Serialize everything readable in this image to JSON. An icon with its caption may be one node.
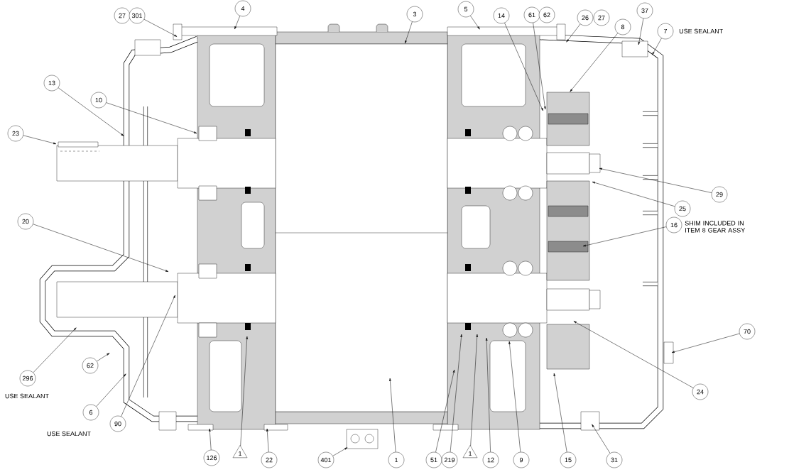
{
  "diagram": {
    "nodes": [
      {
        "text": [
          "27"
        ]
      },
      {
        "text": [
          "301"
        ]
      },
      {
        "text": [
          "4"
        ]
      },
      {
        "text": [
          "3"
        ]
      },
      {
        "text": [
          "5"
        ]
      },
      {
        "text": [
          "14"
        ]
      },
      {
        "text": [
          "61"
        ]
      },
      {
        "text": [
          "62"
        ]
      },
      {
        "text": [
          "26"
        ]
      },
      {
        "text": [
          "27"
        ]
      },
      {
        "text": [
          "37"
        ]
      },
      {
        "text": [
          "8"
        ]
      },
      {
        "text": [
          "7"
        ],
        "beside": [
          "USE SEALANT"
        ]
      },
      {
        "text": [
          "13"
        ]
      },
      {
        "text": [
          "10"
        ]
      },
      {
        "text": [
          "23"
        ]
      },
      {
        "text": [
          "29"
        ]
      },
      {
        "text": [
          "25"
        ]
      },
      {
        "text": [
          "16"
        ],
        "beside": [
          "SHIM INCLUDED IN ITEM 8 GEAR ASSY"
        ]
      },
      {
        "text": [
          "20"
        ]
      },
      {
        "text": [
          "70"
        ]
      },
      {
        "text": [
          "296"
        ],
        "beside": [
          "USE SEALANT"
        ]
      },
      {
        "text": [
          "62"
        ]
      },
      {
        "text": [
          "24"
        ]
      },
      {
        "text": [
          "6"
        ]
      },
      {
        "text": [
          "90"
        ]
      },
      {
        "text": [
          "126"
        ]
      },
      {
        "text": [
          "1"
        ]
      },
      {
        "text": [
          "22"
        ]
      },
      {
        "text": [
          "401"
        ]
      },
      {
        "text": [
          "1"
        ]
      },
      {
        "text": [
          "51"
        ]
      },
      {
        "text": [
          "219"
        ]
      },
      {
        "text": [
          "1"
        ]
      },
      {
        "text": [
          "12"
        ]
      },
      {
        "text": [
          "9"
        ]
      },
      {
        "text": [
          "15"
        ]
      },
      {
        "text": [
          "31"
        ]
      }
    ],
    "edges": [
      {
        "from": 1,
        "to": null,
        "arrow": "to"
      },
      {
        "from": 2,
        "to": null,
        "arrow": "to"
      },
      {
        "from": 3,
        "to": null,
        "arrow": "to"
      },
      {
        "from": 4,
        "to": null,
        "arrow": "to"
      },
      {
        "from": 5,
        "to": null,
        "arrow": "to"
      },
      {
        "from": 6,
        "to": null,
        "arrow": "to"
      },
      {
        "from": 8,
        "to": null,
        "arrow": "to"
      },
      {
        "from": 10,
        "to": null,
        "arrow": "to"
      },
      {
        "from": 11,
        "to": null,
        "arrow": "to"
      },
      {
        "from": 12,
        "to": null,
        "arrow": "to"
      },
      {
        "from": 13,
        "to": null,
        "arrow": "to"
      },
      {
        "from": 14,
        "to": null,
        "arrow": "to"
      },
      {
        "from": 15,
        "to": null,
        "arrow": "to"
      },
      {
        "from": 16,
        "to": null,
        "arrow": "to"
      },
      {
        "from": 17,
        "to": null,
        "arrow": "to"
      },
      {
        "from": 18,
        "to": null,
        "arrow": "to"
      },
      {
        "from": 19,
        "to": null,
        "arrow": "to"
      },
      {
        "from": 20,
        "to": null,
        "arrow": "to"
      },
      {
        "from": 21,
        "to": null,
        "arrow": "to"
      },
      {
        "from": 22,
        "to": null,
        "arrow": "to"
      },
      {
        "from": 23,
        "to": null,
        "arrow": "to"
      },
      {
        "from": 24,
        "to": null,
        "arrow": "to"
      },
      {
        "from": 25,
        "to": null,
        "arrow": "to"
      },
      {
        "from": 26,
        "to": null,
        "arrow": "to"
      },
      {
        "from": 27,
        "to": null,
        "arrow": "to"
      },
      {
        "from": 28,
        "to": null,
        "arrow": "to"
      },
      {
        "from": 29,
        "to": null,
        "arrow": "to"
      },
      {
        "from": 30,
        "to": null,
        "arrow": "to"
      },
      {
        "from": 31,
        "to": null,
        "arrow": "to"
      },
      {
        "from": 32,
        "to": null,
        "arrow": "to"
      },
      {
        "from": 33,
        "to": null,
        "arrow": "to"
      },
      {
        "from": 34,
        "to": null,
        "arrow": "to"
      },
      {
        "from": 35,
        "to": null,
        "arrow": "to"
      },
      {
        "from": 36,
        "to": null,
        "arrow": "to"
      },
      {
        "from": 37,
        "to": null,
        "arrow": "to"
      }
    ],
    "labels": [
      "USE SEALANT"
    ]
  }
}
